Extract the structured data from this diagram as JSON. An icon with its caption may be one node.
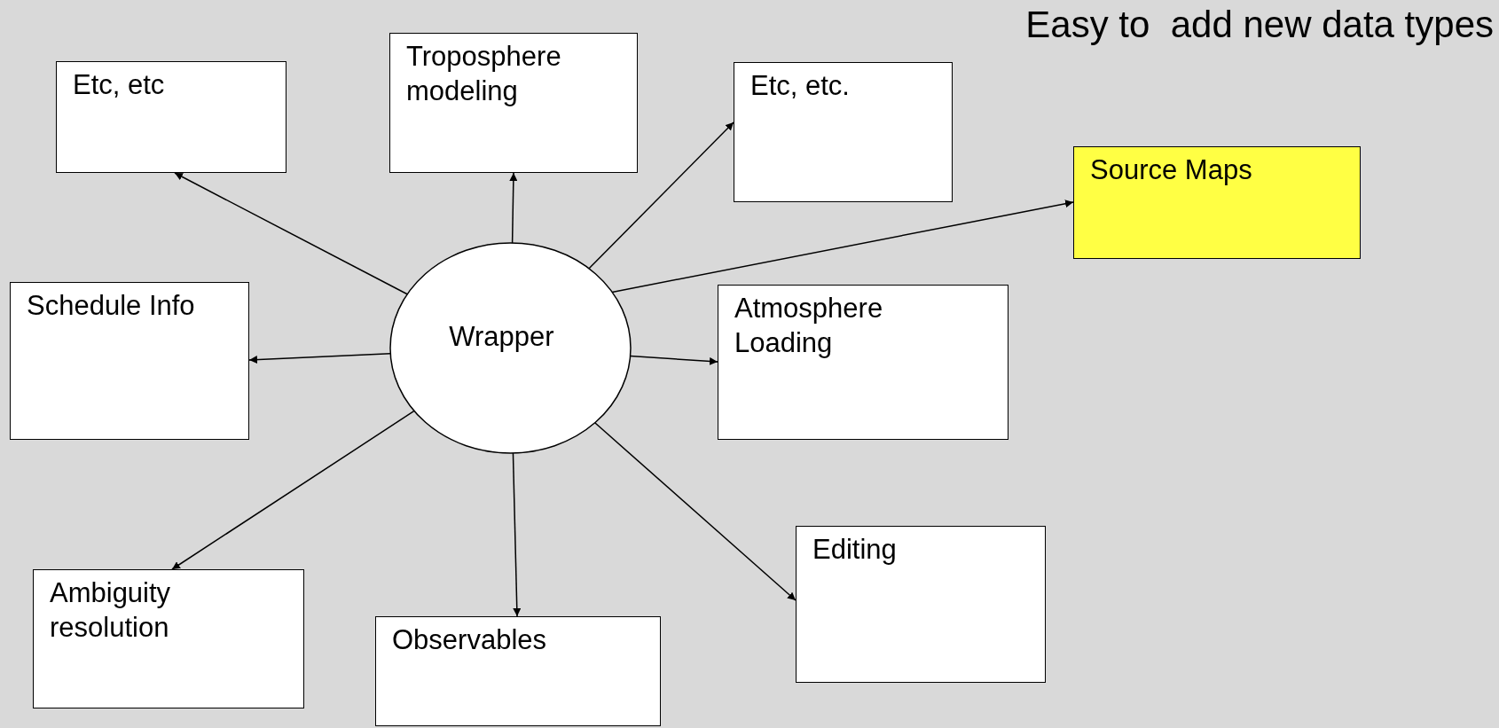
{
  "diagram": {
    "title": "Easy to  add new data types",
    "nodes": [
      {
        "text": [
          "Wrapper"
        ]
      },
      {
        "text": [
          "Etc, etc"
        ]
      },
      {
        "text": [
          "Troposphere modeling"
        ]
      },
      {
        "text": [
          "Etc, etc."
        ]
      },
      {
        "text": [
          "Source Maps"
        ]
      },
      {
        "text": [
          "Schedule Info"
        ]
      },
      {
        "text": [
          "Atmosphere Loading"
        ]
      },
      {
        "text": [
          "Ambiguity resolution"
        ]
      },
      {
        "text": [
          "Observables"
        ]
      },
      {
        "text": [
          "Editing"
        ]
      }
    ],
    "edges": [
      {
        "from": 0,
        "to": 1,
        "arrow": "to"
      },
      {
        "from": 0,
        "to": 2,
        "arrow": "to"
      },
      {
        "from": 0,
        "to": 3,
        "arrow": "to"
      },
      {
        "from": 0,
        "to": 4,
        "arrow": "to"
      },
      {
        "from": 0,
        "to": 5,
        "arrow": "to"
      },
      {
        "from": 0,
        "to": 6,
        "arrow": "to"
      },
      {
        "from": 0,
        "to": 7,
        "arrow": "to"
      },
      {
        "from": 0,
        "to": 8,
        "arrow": "to"
      },
      {
        "from": 0,
        "to": 9,
        "arrow": "to"
      }
    ]
  }
}
